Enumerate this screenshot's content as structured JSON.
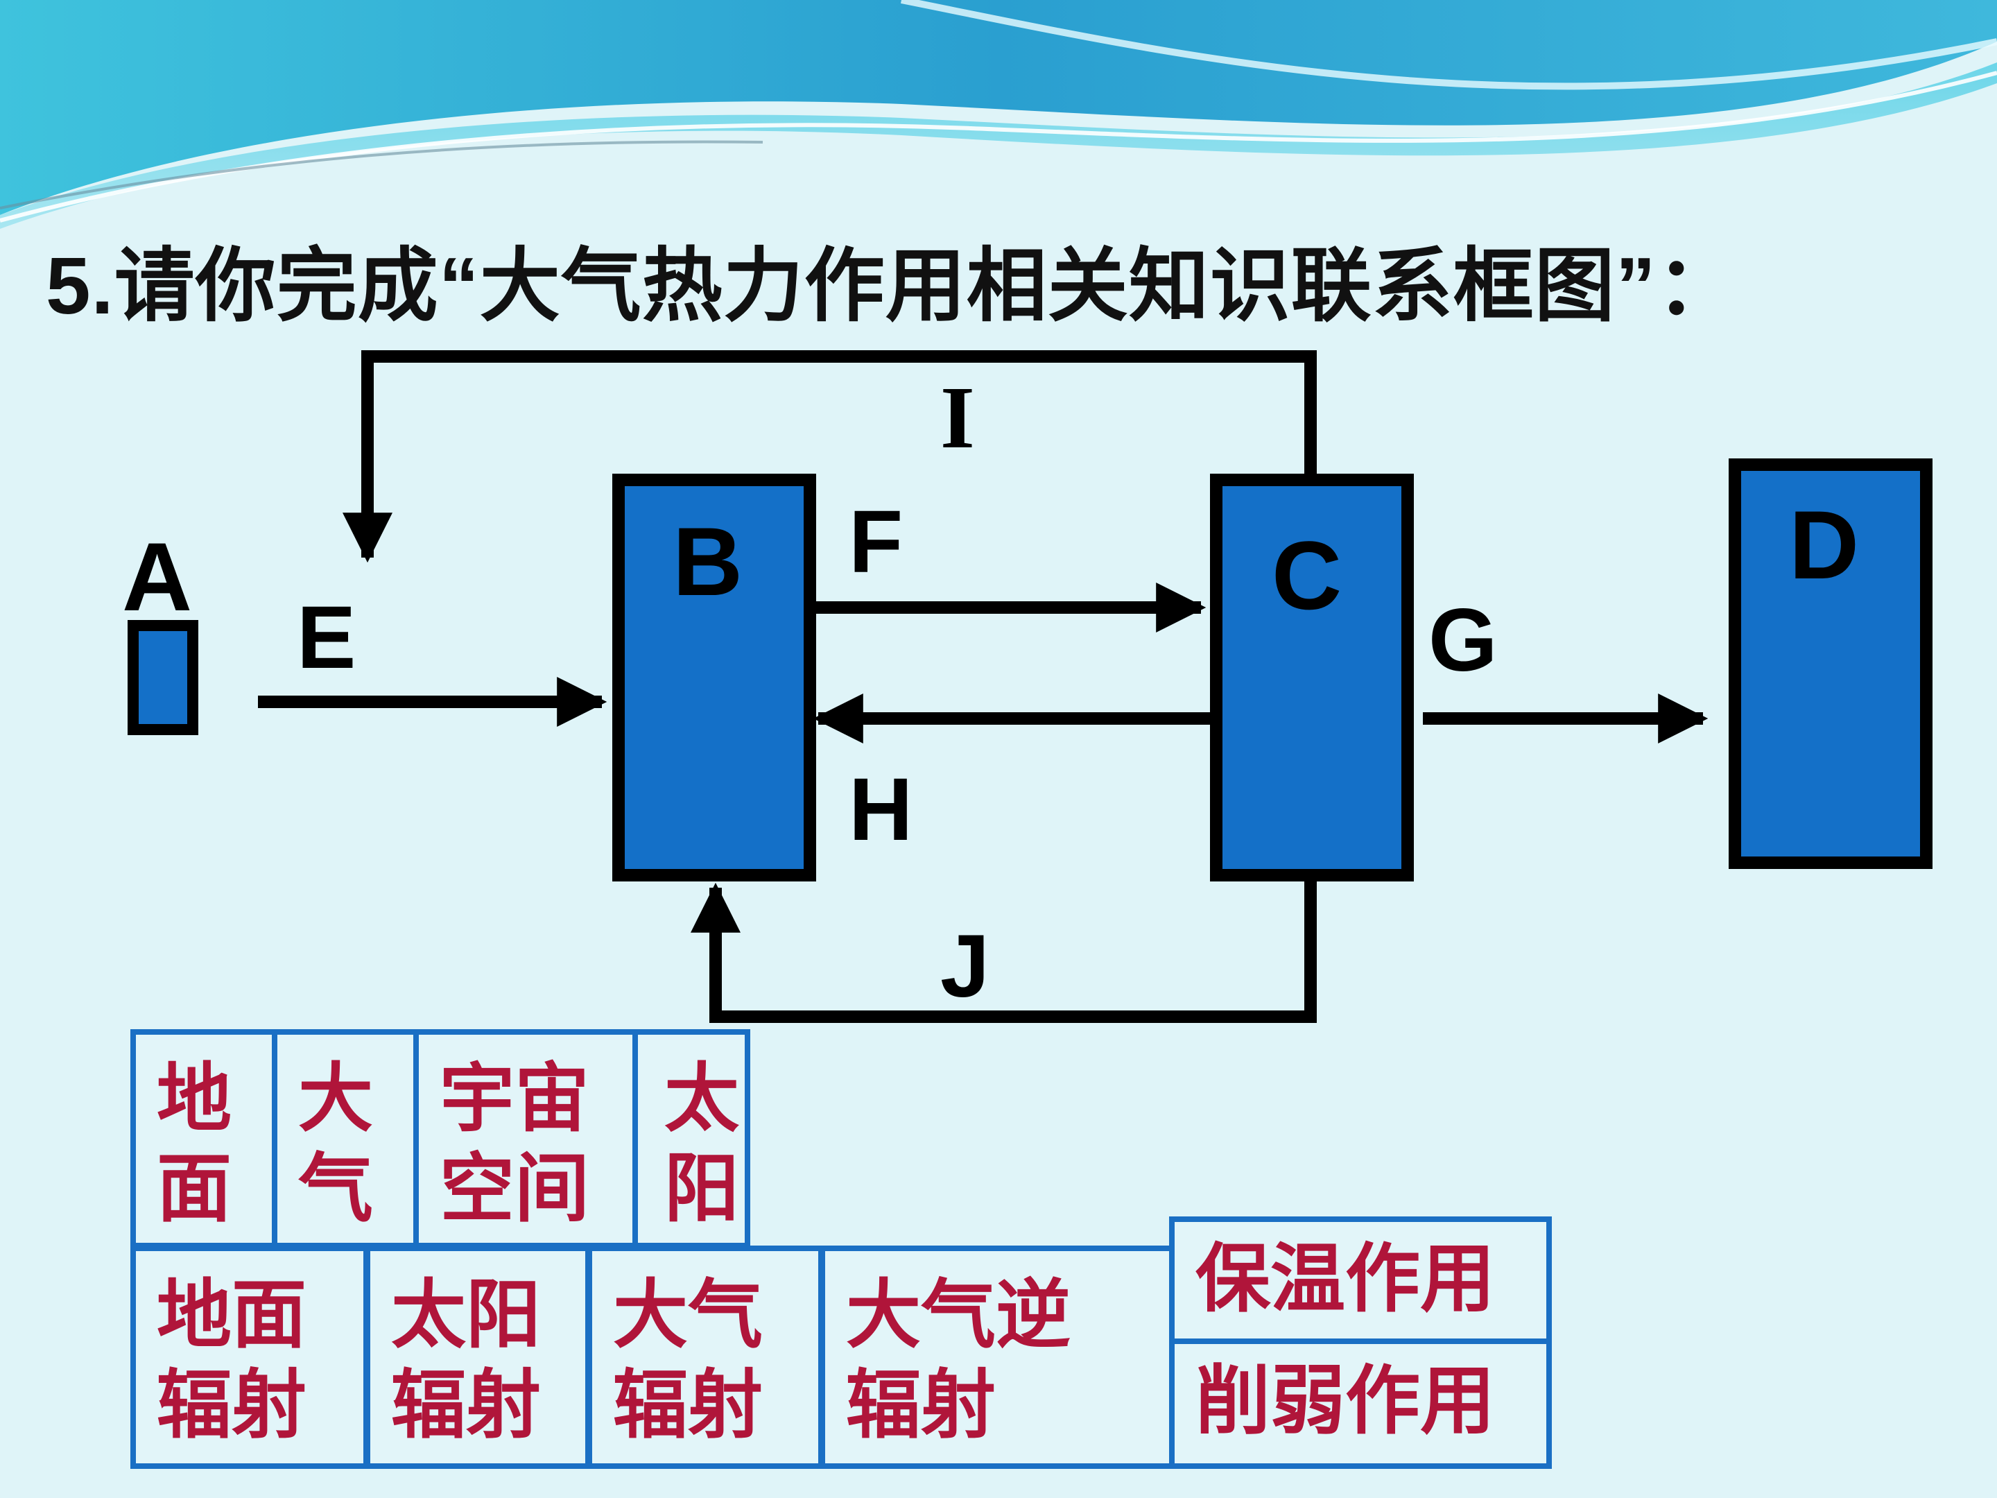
{
  "title": "5.请你完成“大气热力作用相关知识联系框图”：",
  "nodes": {
    "A": "A",
    "B": "B",
    "C": "C",
    "D": "D"
  },
  "arrows": {
    "E": "E",
    "F": "F",
    "G": "G",
    "H": "H",
    "I": "I",
    "J": "J"
  },
  "options_row1": [
    {
      "line1": "地",
      "line2": "面"
    },
    {
      "line1": "大",
      "line2": "气"
    },
    {
      "line1": "宇宙",
      "line2": "空间"
    },
    {
      "line1": "太",
      "line2": "阳"
    }
  ],
  "options_row2": [
    {
      "line1": "地面",
      "line2": "辐射"
    },
    {
      "line1": "太阳",
      "line2": "辐射"
    },
    {
      "line1": "大气",
      "line2": "辐射"
    },
    {
      "line1": "大气逆",
      "line2": "辐射"
    }
  ],
  "options_effects": [
    "保温作用",
    "削弱作用"
  ],
  "colors": {
    "box_fill": "#1470c8",
    "cell_border": "#1a6fc4",
    "option_text": "#b0153a",
    "background": "#dff4f8"
  }
}
